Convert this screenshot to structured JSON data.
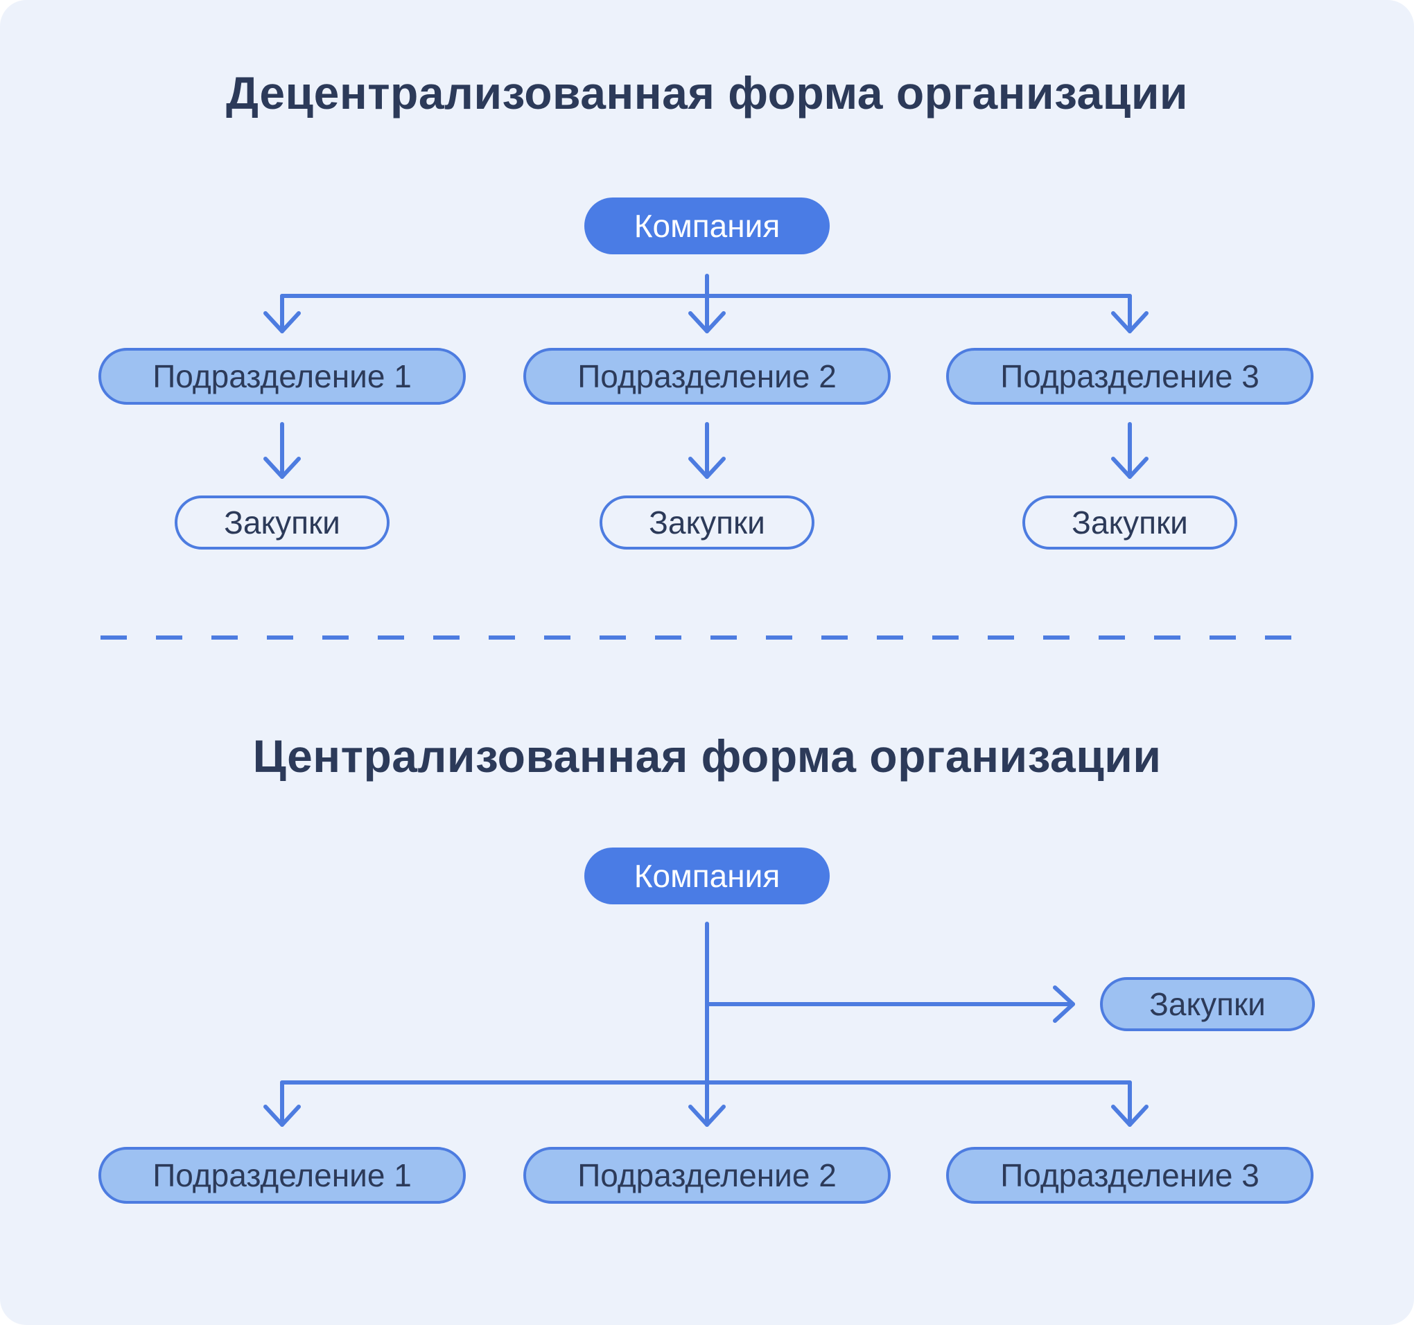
{
  "sections": {
    "decentralized": {
      "title": "Децентрализованная форма организации",
      "company": "Компания",
      "departments": [
        "Подразделение 1",
        "Подразделение 2",
        "Подразделение 3"
      ],
      "procurements": [
        "Закупки",
        "Закупки",
        "Закупки"
      ]
    },
    "centralized": {
      "title": "Централизованная форма организации",
      "company": "Компания",
      "procurement": "Закупки",
      "departments": [
        "Подразделение 1",
        "Подразделение 2",
        "Подразделение 3"
      ]
    }
  },
  "colors": {
    "panel_background": "#EDF2FB",
    "connector_blue": "#4D7CE0",
    "company_node_fill": "#4A7CE5",
    "department_node_fill": "#9DC1F2",
    "node_border": "#4D7CE0",
    "title_text": "#2C3A59",
    "node_text_dark": "#2C3A59",
    "node_text_light": "#FFFFFF"
  }
}
